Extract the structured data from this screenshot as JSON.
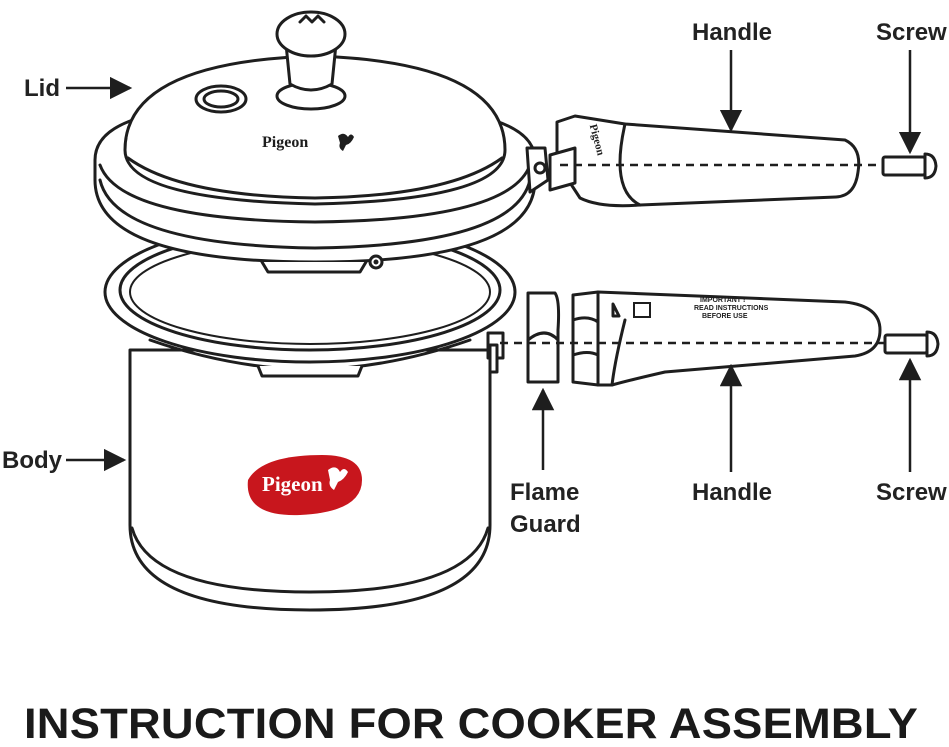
{
  "labels": {
    "lid": "Lid",
    "body": "Body",
    "handle_top": "Handle",
    "screw_top": "Screw",
    "flame_guard_line1": "Flame",
    "flame_guard_line2": "Guard",
    "handle_bottom": "Handle",
    "screw_bottom": "Screw"
  },
  "brand": {
    "lid_logo": "Pigeon",
    "body_logo": "Pigeon",
    "body_badge_color": "#c8161d"
  },
  "handle_text": {
    "line1": "IMPORTANT !",
    "line2": "READ INSTRUCTIONS",
    "line3": "BEFORE USE"
  },
  "title": "INSTRUCTION FOR COOKER ASSEMBLY"
}
